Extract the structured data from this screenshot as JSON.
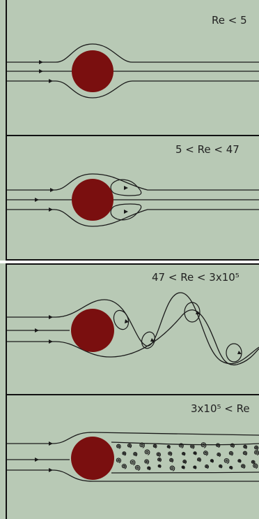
{
  "colors": {
    "background": "#b8c9b5",
    "cylinder": "#7a0f0f",
    "line": "#1a1a1a"
  },
  "panels": [
    {
      "id": "steady",
      "label": "Re  <  5"
    },
    {
      "id": "separated",
      "label": "5  <  Re  <  47"
    },
    {
      "id": "vortex-street",
      "label": "47  <  Re  <  3x10⁵"
    },
    {
      "id": "turbulent",
      "label": "3x10⁵  <  Re"
    }
  ]
}
